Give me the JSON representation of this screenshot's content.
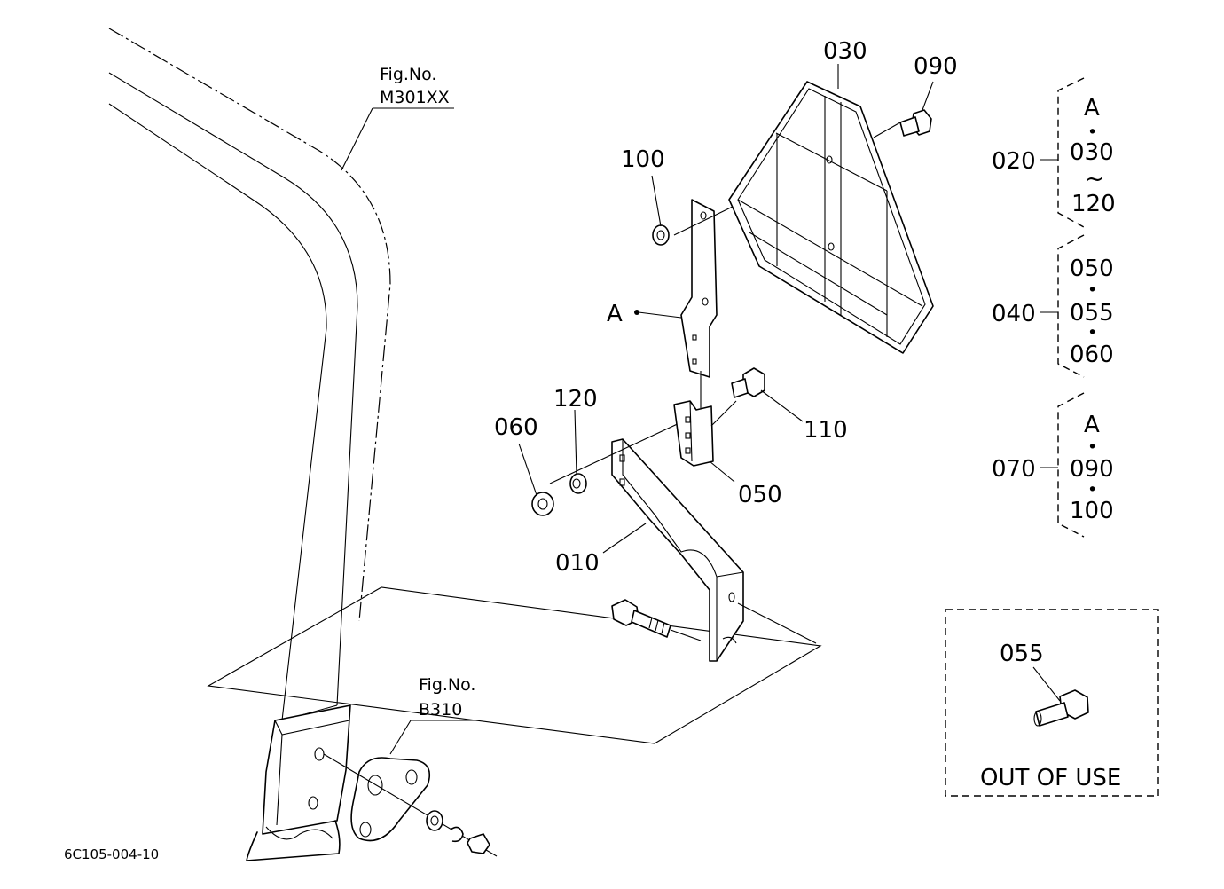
{
  "callouts": {
    "p030": "030",
    "p090": "090",
    "p100": "100",
    "pA": "A",
    "p120": "120",
    "p060": "060",
    "p110": "110",
    "p050": "050",
    "p010": "010",
    "p055_box": "055"
  },
  "fig_refs": {
    "top": {
      "label": "Fig.No.",
      "number": "M301XX"
    },
    "bottom": {
      "label": "Fig.No.",
      "number": "B310"
    }
  },
  "assemblies": {
    "g020": {
      "code": "020",
      "items": [
        "A",
        "030",
        "120"
      ],
      "sep": [
        "•",
        "~"
      ]
    },
    "g040": {
      "code": "040",
      "items": [
        "050",
        "055",
        "060"
      ],
      "sep": [
        "•",
        "•"
      ]
    },
    "g070": {
      "code": "070",
      "items": [
        "A",
        "090",
        "100"
      ],
      "sep": [
        "•",
        "•"
      ]
    }
  },
  "out_of_use": {
    "text": "OUT OF USE"
  },
  "footer": {
    "drawing_id": "6C105-004-10"
  }
}
